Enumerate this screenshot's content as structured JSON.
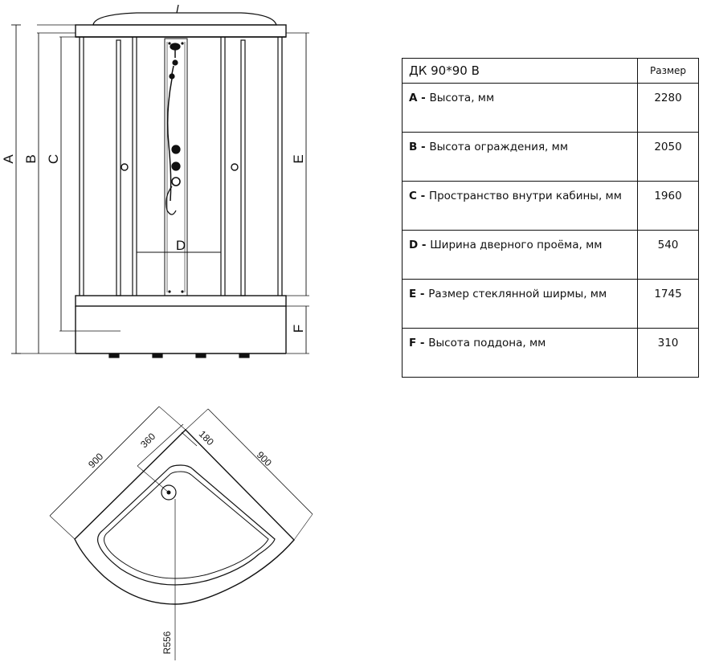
{
  "table": {
    "title": "ДК  90*90 В",
    "size_header": "Размер",
    "rows": [
      {
        "code": "A",
        "sep": " - ",
        "label": "Высота, мм",
        "value": "2280"
      },
      {
        "code": "B",
        "sep": " - ",
        "label": "Высота ограждения, мм",
        "value": "2050"
      },
      {
        "code": "C",
        "sep": " - ",
        "label": "Пространство внутри кабины, мм",
        "value": "1960"
      },
      {
        "code": "D",
        "sep": " - ",
        "label": "Ширина дверного проёма, мм",
        "value": "540"
      },
      {
        "code": "E",
        "sep": " - ",
        "label": "Размер стеклянной ширмы, мм",
        "value": "1745"
      },
      {
        "code": "F",
        "sep": " - ",
        "label": "Высота поддона, мм",
        "value": "310"
      }
    ]
  },
  "front_view": {
    "labels": {
      "a": "A",
      "b": "B",
      "c": "C",
      "d": "D",
      "e": "E",
      "f": "F"
    }
  },
  "top_view": {
    "labels": {
      "side_left": "900",
      "side_right": "900",
      "offset_drain": "360",
      "offset_edge": "180",
      "radius": "R556"
    }
  }
}
